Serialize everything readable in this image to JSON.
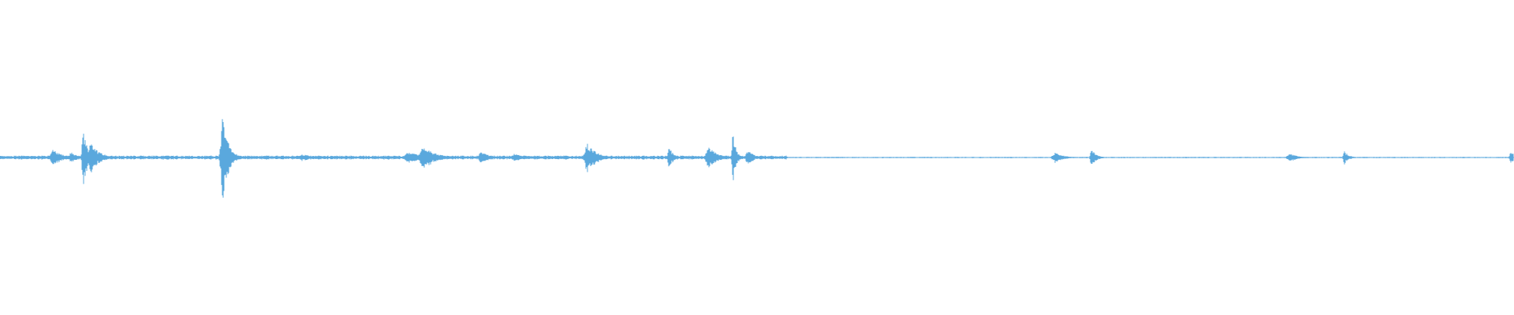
{
  "waveform": {
    "color": "#5aa8dd",
    "baseline_amplitude": 0.012,
    "duration_fraction_span": [
      0,
      1
    ],
    "bursts": [
      {
        "position": 0.035,
        "peak": 0.055,
        "width": 0.006
      },
      {
        "position": 0.047,
        "peak": 0.035,
        "width": 0.004
      },
      {
        "position": 0.055,
        "peak": 0.17,
        "width": 0.003
      },
      {
        "position": 0.06,
        "peak": 0.09,
        "width": 0.006
      },
      {
        "position": 0.147,
        "peak": 0.25,
        "width": 0.004
      },
      {
        "position": 0.2,
        "peak": 0.02,
        "width": 0.008
      },
      {
        "position": 0.27,
        "peak": 0.035,
        "width": 0.01
      },
      {
        "position": 0.28,
        "peak": 0.07,
        "width": 0.008
      },
      {
        "position": 0.318,
        "peak": 0.035,
        "width": 0.006
      },
      {
        "position": 0.34,
        "peak": 0.025,
        "width": 0.008
      },
      {
        "position": 0.388,
        "peak": 0.09,
        "width": 0.006
      },
      {
        "position": 0.442,
        "peak": 0.07,
        "width": 0.003
      },
      {
        "position": 0.468,
        "peak": 0.07,
        "width": 0.006
      },
      {
        "position": 0.484,
        "peak": 0.18,
        "width": 0.002
      },
      {
        "position": 0.494,
        "peak": 0.05,
        "width": 0.004
      },
      {
        "position": 0.697,
        "peak": 0.03,
        "width": 0.006
      },
      {
        "position": 0.721,
        "peak": 0.055,
        "width": 0.003
      },
      {
        "position": 0.852,
        "peak": 0.025,
        "width": 0.006
      },
      {
        "position": 0.888,
        "peak": 0.04,
        "width": 0.003
      },
      {
        "position": 0.998,
        "peak": 0.04,
        "width": 0.003
      }
    ]
  }
}
